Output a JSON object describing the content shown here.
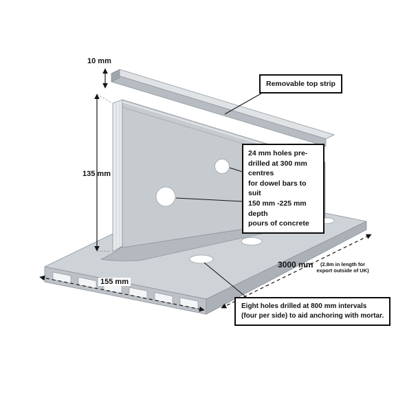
{
  "dimensions": {
    "strip_height": "10 mm",
    "wall_height": "135 mm",
    "base_width": "155 mm",
    "length": "3000 mm",
    "length_note_line1": "(2.8m in length for",
    "length_note_line2": "export outside of UK)"
  },
  "callouts": {
    "top_strip": "Removable top strip",
    "wall_holes_lines": [
      "24 mm holes pre-",
      "drilled at 300 mm",
      "centres",
      "for dowel bars to suit",
      "150 mm -225 mm depth",
      "pours of concrete"
    ],
    "base_holes_lines": [
      "Eight holes drilled at 800 mm intervals",
      "(four per side) to aid anchoring with mortar."
    ]
  },
  "palette": {
    "outline": "#8a9197",
    "face_light": "#e8eaec",
    "face_mid": "#c6cbd0",
    "face_dark": "#a9afb5",
    "callout_border": "#0c0c0c",
    "text": "#111111",
    "background": "#ffffff"
  }
}
